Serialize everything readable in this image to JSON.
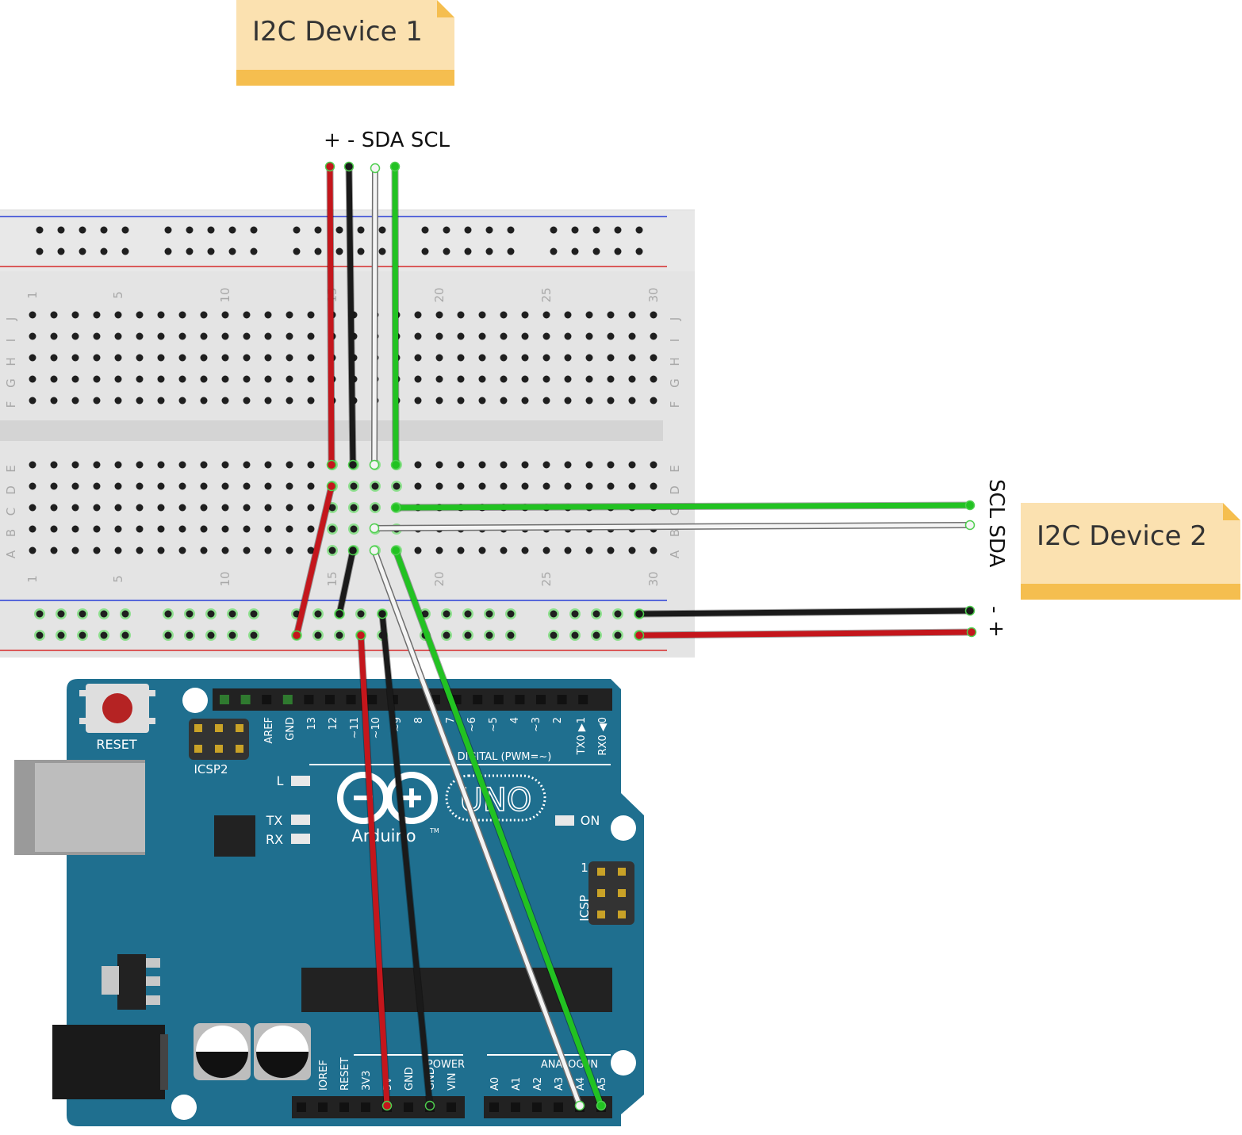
{
  "notes": {
    "device1": "I2C Device 1",
    "device2": "I2C Device 2"
  },
  "labels": {
    "device1_pins": "+ - SDA SCL",
    "device2_scl_sda": "SCL SDA",
    "device2_minus": "-",
    "device2_plus": "+"
  },
  "breadboard": {
    "column_numbers": [
      "1",
      "5",
      "10",
      "15",
      "20",
      "25",
      "30"
    ],
    "row_letters_top": [
      "J",
      "I",
      "H",
      "G",
      "F"
    ],
    "row_letters_bottom": [
      "E",
      "D",
      "C",
      "B",
      "A"
    ]
  },
  "arduino": {
    "reset_label": "RESET",
    "icsp2_label": "ICSP2",
    "icsp_label": "ICSP",
    "icsp_pin1": "1",
    "digital_pins": [
      "AREF",
      "GND",
      "13",
      "12",
      "~11",
      "~10",
      "~9",
      "8",
      "7",
      "~6",
      "~5",
      "4",
      "~3",
      "2",
      "TX0 ▶1",
      "RX0 ◀0"
    ],
    "digital_label": "DIGITAL (PWM=~)",
    "led_l": "L",
    "led_tx": "TX",
    "led_rx": "RX",
    "on_label": "ON",
    "brand": "Arduino",
    "trademark": "TM",
    "model": "UNO",
    "power_pins": [
      "IOREF",
      "RESET",
      "3V3",
      "5V",
      "GND",
      "GND",
      "VIN"
    ],
    "power_label": "POWER",
    "analog_pins": [
      "A0",
      "A1",
      "A2",
      "A3",
      "A4",
      "A5"
    ],
    "analog_label": "ANALOG IN"
  },
  "colors": {
    "board_teal": "#1f6f8f",
    "wire_red": "#c4161c",
    "wire_black": "#1a1a1a",
    "wire_white": "#f4f4f4",
    "wire_green": "#22c222",
    "note_fill": "#fbe1b0",
    "note_strip": "#f5be4f"
  }
}
